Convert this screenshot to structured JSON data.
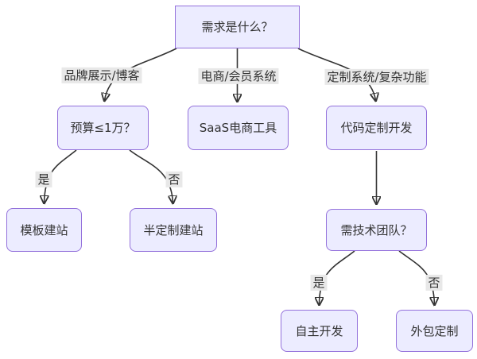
{
  "diagram": {
    "type": "flowchart",
    "direction": "top-down",
    "colors": {
      "node_fill": "#ECECFF",
      "node_border": "#9370DB",
      "edge_line": "#333333",
      "edge_label_bg": "#e8e8e8",
      "text": "#333333",
      "background": "#ffffff"
    },
    "nodes": [
      {
        "id": "root",
        "label": "需求是什么？",
        "shape": "rect"
      },
      {
        "id": "budget",
        "label": "预算≤1万？",
        "shape": "rounded"
      },
      {
        "id": "saas",
        "label": "SaaS电商工具",
        "shape": "rounded"
      },
      {
        "id": "custom",
        "label": "代码定制开发",
        "shape": "rounded"
      },
      {
        "id": "template",
        "label": "模板建站",
        "shape": "rounded"
      },
      {
        "id": "semi",
        "label": "半定制建站",
        "shape": "rounded"
      },
      {
        "id": "team",
        "label": "需技术团队？",
        "shape": "rounded"
      },
      {
        "id": "selfdev",
        "label": "自主开发",
        "shape": "rounded"
      },
      {
        "id": "outsource",
        "label": "外包定制",
        "shape": "rounded"
      }
    ],
    "edge_labels": [
      {
        "label": "品牌展示/博客"
      },
      {
        "label": "电商/会员系统"
      },
      {
        "label": "定制系统/复杂功能"
      },
      {
        "label": "是"
      },
      {
        "label": "否"
      },
      {
        "label": "是"
      },
      {
        "label": "否"
      }
    ],
    "edges": [
      {
        "from": "需求是什么？",
        "label": "品牌展示/博客",
        "to": "预算≤1万？"
      },
      {
        "from": "需求是什么？",
        "label": "电商/会员系统",
        "to": "SaaS电商工具"
      },
      {
        "from": "需求是什么？",
        "label": "定制系统/复杂功能",
        "to": "代码定制开发"
      },
      {
        "from": "预算≤1万？",
        "label": "是",
        "to": "模板建站"
      },
      {
        "from": "预算≤1万？",
        "label": "否",
        "to": "半定制建站"
      },
      {
        "from": "代码定制开发",
        "label": "",
        "to": "需技术团队？"
      },
      {
        "from": "需技术团队？",
        "label": "是",
        "to": "自主开发"
      },
      {
        "from": "需技术团队？",
        "label": "否",
        "to": "外包定制"
      }
    ]
  }
}
